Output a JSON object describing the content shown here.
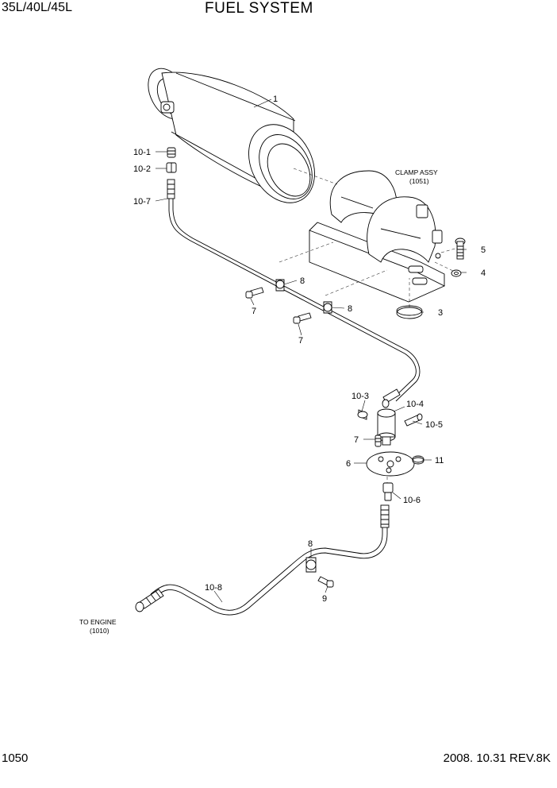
{
  "header": {
    "model": "35L/40L/45L",
    "title": "FUEL SYSTEM"
  },
  "footer": {
    "page_number": "1050",
    "revision": "2008. 10.31  REV.8K"
  },
  "callouts": {
    "p1": "1",
    "p3": "3",
    "p4": "4",
    "p5": "5",
    "p6": "6",
    "p7a": "7",
    "p7b": "7",
    "p7c": "7",
    "p8a": "8",
    "p8b": "8",
    "p8c": "8",
    "p9": "9",
    "p10_1": "10-1",
    "p10_2": "10-2",
    "p10_3": "10-3",
    "p10_4": "10-4",
    "p10_5": "10-5",
    "p10_6": "10-6",
    "p10_7": "10-7",
    "p10_8": "10-8",
    "p11": "11"
  },
  "notes": {
    "clamp_assy": "CLAMP ASSY",
    "clamp_assy_ref": "(1051)",
    "to_engine": "TO ENGINE",
    "to_engine_ref": "(1010)"
  }
}
